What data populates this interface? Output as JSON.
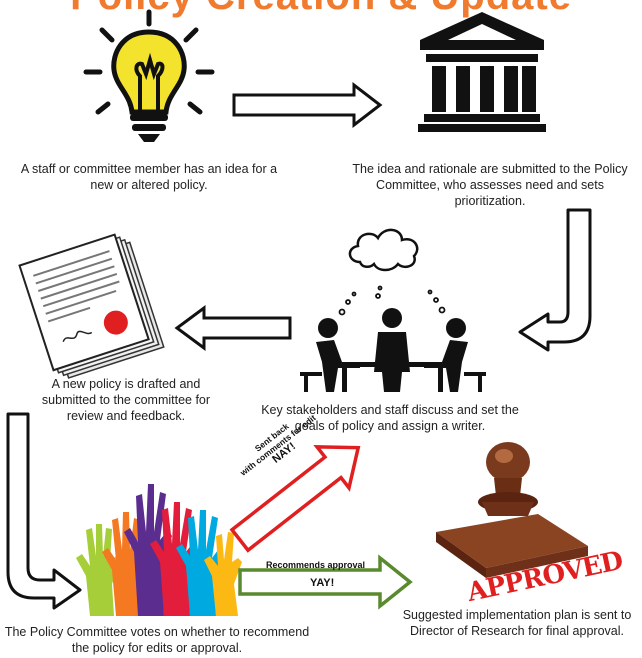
{
  "title": "Policy Creation & Update",
  "steps": {
    "idea": "A staff or committee member has an idea for a new or altered policy.",
    "submit": "The idea and rationale are submitted to the Policy Committee, who assesses need and sets prioritization.",
    "discuss": "Key stakeholders and staff discuss and set the goals of policy and assign a writer.",
    "draft": "A new policy is drafted and submitted to the committee for review and feedback.",
    "vote": "The Policy Committee votes on whether to recommend the policy for edits or approval.",
    "final": "Suggested implementation plan is sent to Director of Research for final approval."
  },
  "arrows": {
    "nay_line1": "Sent back",
    "nay_line2": "with comments for edit",
    "nay": "NAY!",
    "yay_top": "Recommends approval",
    "yay": "YAY!"
  },
  "stamp_text": "APPROVED",
  "colors": {
    "title": "#f07a2e",
    "nay_arrow": "#e02020",
    "yay_arrow": "#5a8a2e",
    "bulb": "#f4e32c",
    "seal": "#e02020"
  }
}
